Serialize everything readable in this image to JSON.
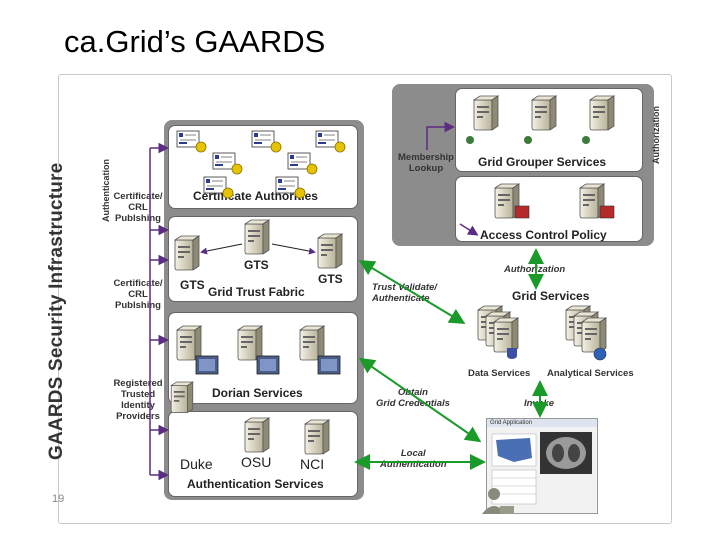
{
  "slide": {
    "title": "ca.Grid’s GAARDS",
    "vertical_title": "GAARDS Security Infrastructure",
    "page_number": "19"
  },
  "left_panel": {
    "authentication_label": "Authentication",
    "cert_authorities": "Certificate Authorities",
    "gts_center": "GTS",
    "gts_left": "GTS",
    "gts_right": "GTS",
    "grid_trust_fabric": "Grid Trust Fabric",
    "dorian_services": "Dorian Services",
    "institutions": [
      "Duke",
      "OSU",
      "NCI"
    ],
    "authentication_services": "Authentication Services",
    "side_labels": [
      "Certificate/\nCRL\nPublshing",
      "Certificate/\nCRL\nPublshing",
      "Registered\nTrusted\nIdentity\nProviders"
    ]
  },
  "right_panel": {
    "authorization_label": "Authorization",
    "membership_lookup": "Membership\nLookup",
    "grid_grouper": "Grid Grouper Services",
    "access_control": "Access Control Policy",
    "authorization_link": "Authorization",
    "grid_services": "Grid Services",
    "data_services": "Data Services",
    "analytical_services": "Analytical Services",
    "invoke": "Invoke",
    "grid_application": "Grid Application"
  },
  "connectors": {
    "trust_validate": "Trust Validate/\nAuthenticate",
    "obtain_credentials": "Obtain\nGrid Credentials",
    "local_authentication": "Local\nAuthentication"
  },
  "colors": {
    "panel_gray": "#8c8c8c",
    "arrow_green": "#1a9a28",
    "arrow_purple": "#5a2d82",
    "gear_yellow": "#e6c300"
  }
}
